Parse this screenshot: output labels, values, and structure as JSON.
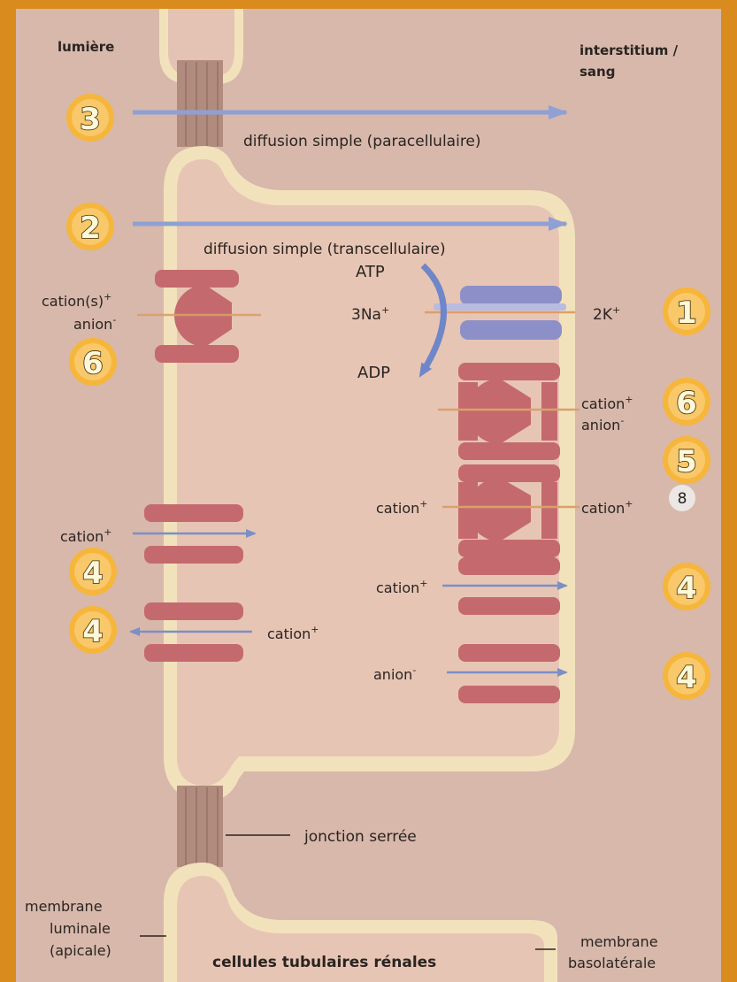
{
  "colors": {
    "frame": "#d98b1e",
    "lumen": "#d7b8ab",
    "cell": "#e7c5b4",
    "membrane": "#f2e2bc",
    "protein": "#c46a6e",
    "arrow": "#7a8fc8",
    "pump": "#8d90c8",
    "badge": "#f6b63c"
  },
  "header": {
    "lumen_label": "lumière",
    "blood_label_line1": "interstitium /",
    "blood_label_line2": "sang"
  },
  "paths": {
    "paracellular": "diffusion simple (paracellulaire)",
    "transcellular": "diffusion simple (transcellulaire)"
  },
  "pump": {
    "atp": "ATP",
    "adp": "ADP",
    "na": "3Na",
    "na_sup": "+",
    "k": "2K",
    "k_sup": "+"
  },
  "left_transporters": {
    "cotransport_cation": "cation(s)",
    "cotransport_cation_sup": "+",
    "cotransport_anion": "anion",
    "cotransport_anion_sup": "-",
    "channel_in_cation": "cation",
    "channel_in_cation_sup": "+",
    "channel_out_cation": "cation",
    "channel_out_cation_sup": "+"
  },
  "right_transporters": {
    "cotransport_cation": "cation",
    "cotransport_cation_sup": "+",
    "cotransport_anion": "anion",
    "cotransport_anion_sup": "-",
    "exchange_left_cation": "cation",
    "exchange_left_cation_sup": "+",
    "exchange_right_cation": "cation",
    "exchange_right_cation_sup": "+",
    "channel_cation": "cation",
    "channel_cation_sup": "+",
    "channel_anion": "anion",
    "channel_anion_sup": "-"
  },
  "badges": {
    "b3": "3",
    "b2": "2",
    "b6_left": "6",
    "b4_left_top": "4",
    "b4_left_bottom": "4",
    "b1": "1",
    "b6_right": "6",
    "b5": "5",
    "b8": "8",
    "b4_right_top": "4",
    "b4_right_bottom": "4"
  },
  "footer": {
    "tight_junction": "jonction serrée",
    "luminal_line1": "membrane",
    "luminal_line2": "luminale",
    "luminal_line3": "(apicale)",
    "cells": "cellules tubulaires rénales",
    "basolateral_line1": "membrane",
    "basolateral_line2": "basolatérale"
  }
}
